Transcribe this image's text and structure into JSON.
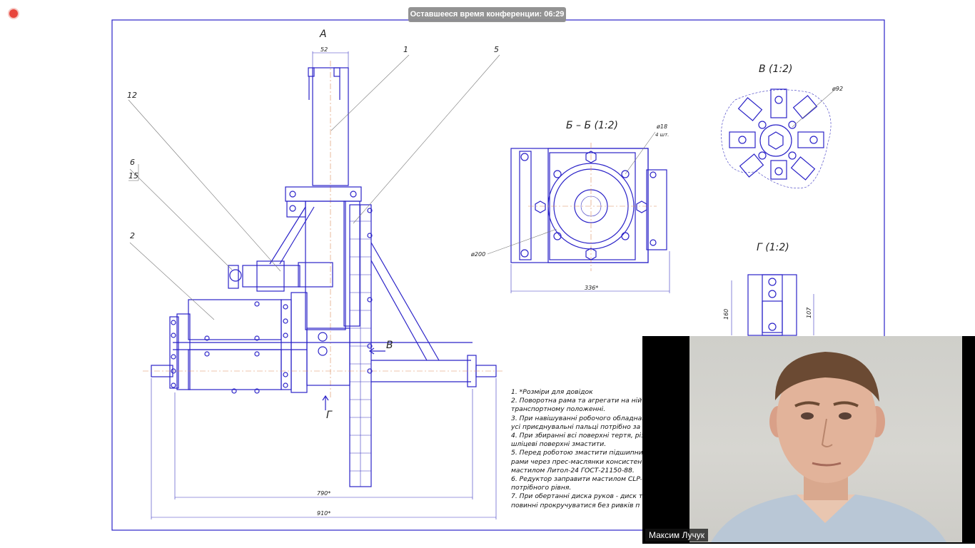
{
  "conference": {
    "remaining_time_label": "Оставшееся время конференции: 06:29"
  },
  "drawing": {
    "view_labels": {
      "view_a": "А",
      "section_bb": "Б – Б (1:2)",
      "view_v": "В (1:2)",
      "view_g": "Г (1:2)"
    },
    "part_callouts": [
      "1",
      "5",
      "12",
      "6",
      "15",
      "2"
    ],
    "arrow_labels": {
      "v": "В",
      "g": "Г"
    },
    "dimensions": {
      "top_width": "52",
      "hole_dia": "ø18",
      "hole_count": "4 шт.",
      "flange_dia": "ø200",
      "section_width": "336*",
      "disc_dia": "ø92",
      "g_height_left": "160",
      "g_height_right": "107",
      "base_width": "790*",
      "total_width": "910*"
    },
    "notes": [
      "1. *Розміри для довідок",
      "2. Поворотна рама та агрегати на ній",
      "    транспортному положенні.",
      "3. При навішуванні робочого обладнання",
      "    усі приєднувальні пальці потрібно за",
      "4. При збиранні всі поверхні тертя, різь",
      "    шліцеві поверхні змастити.",
      "5. Перед роботою змастити підшипники",
      "    рами через прес-маслянки консистен",
      "    мастилом Литол-24 ГОСТ-21150-88.",
      "6. Редуктор заправити мастилом CLP-",
      "    потрібного рівня.",
      "7. При обертанні диска руков - диск т",
      "    повинні прокручуватися без ривків п"
    ]
  },
  "participant": {
    "name": "Максим Лучук"
  },
  "colors": {
    "drawing_line": "#2b23c8",
    "timer_background": "#8e8e8e",
    "record_indicator": "#e8453c"
  }
}
